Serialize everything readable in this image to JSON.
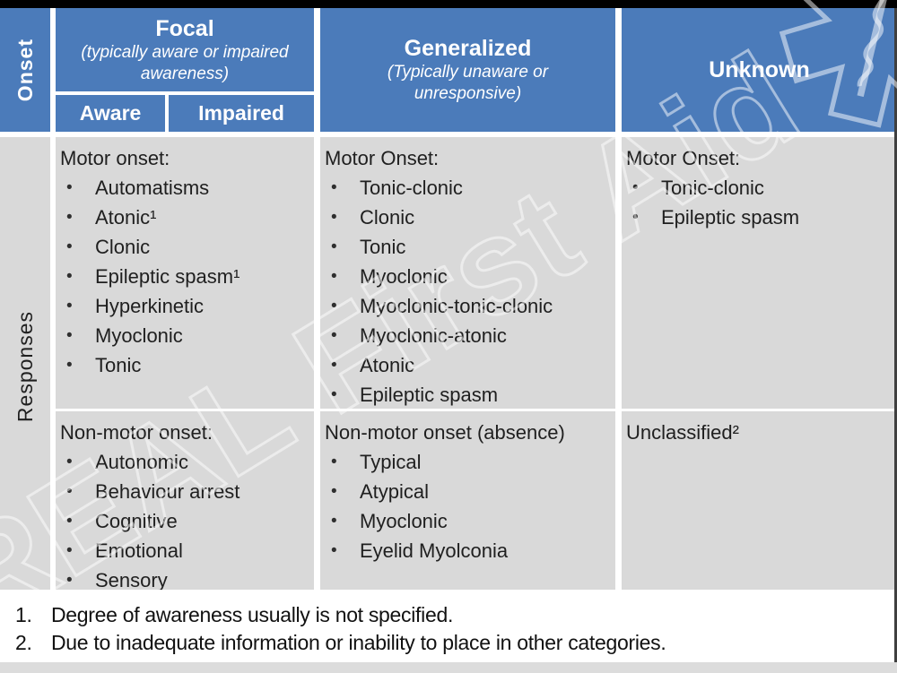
{
  "table": {
    "onset_label": "Onset",
    "responses_label": "Responses",
    "columns": {
      "focal": {
        "title": "Focal",
        "subtitle": "(typically aware or impaired awareness)",
        "sub_columns": [
          "Aware",
          "Impaired"
        ]
      },
      "generalized": {
        "title": "Generalized",
        "subtitle": "(Typically unaware or unresponsive)"
      },
      "unknown": {
        "title": "Unknown"
      }
    },
    "cells": {
      "focal_motor": {
        "heading": "Motor onset:",
        "items": [
          "Automatisms",
          "Atonic¹",
          "Clonic",
          "Epileptic spasm¹",
          "Hyperkinetic",
          "Myoclonic",
          "Tonic"
        ]
      },
      "generalized_motor": {
        "heading": "Motor Onset:",
        "items": [
          "Tonic-clonic",
          "Clonic",
          "Tonic",
          "Myoclonic",
          "Myoclonic-tonic-clonic",
          "Myoclonic-atonic",
          "Atonic",
          "Epileptic spasm"
        ]
      },
      "unknown_motor": {
        "heading": "Motor Onset:",
        "items": [
          "Tonic-clonic",
          "Epileptic spasm"
        ]
      },
      "focal_nonmotor": {
        "heading": "Non-motor onset:",
        "items": [
          "Autonomic",
          "Behaviour arrest",
          "Cognitive",
          "Emotional",
          "Sensory"
        ]
      },
      "generalized_nonmotor": {
        "heading": "Non-motor onset (absence)",
        "items": [
          "Typical",
          "Atypical",
          "Myoclonic",
          "Eyelid Myolconia"
        ]
      },
      "unknown_unclassified": {
        "heading": "Unclassified²",
        "items": []
      }
    }
  },
  "footnotes": [
    {
      "number": "1.",
      "text": "Degree of awareness usually is not specified."
    },
    {
      "number": "2.",
      "text": "Due to inadequate information or inability to place in other categories."
    }
  ],
  "watermark": {
    "text": "REAL First Aid",
    "icon": "star-of-life-icon"
  },
  "colors": {
    "header_blue": "#4b7bba",
    "cell_gray": "#d9d9d9",
    "text_dark": "#1f1f1f",
    "watermark": "rgba(255,255,255,0.5)"
  }
}
